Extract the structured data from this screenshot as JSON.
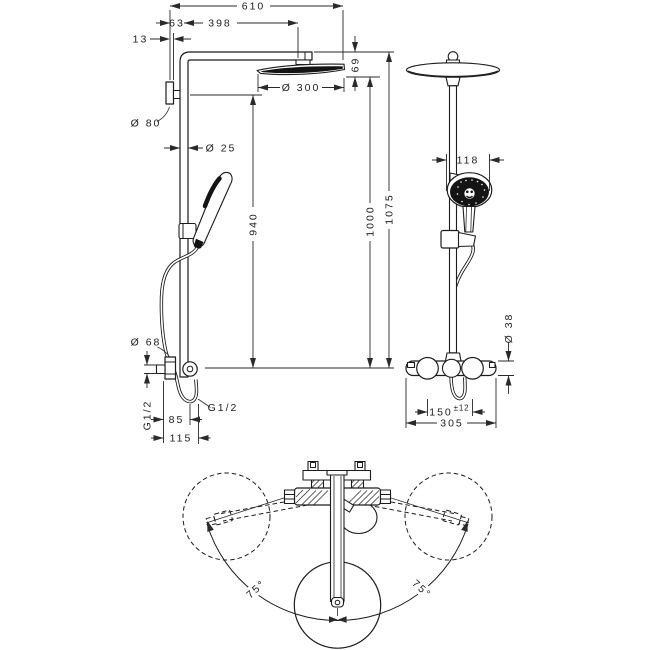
{
  "drawing": {
    "side_view": {
      "d610": "610",
      "d63": "63",
      "d13": "13",
      "d398": "398",
      "d69": "69",
      "d300": "Ø 300",
      "d80": "Ø 80",
      "d25": "Ø 25",
      "d940": "940",
      "d1000": "1000",
      "d1075": "1075",
      "d68": "Ø 68",
      "g12_inlet": "G1/2",
      "g12_outlet": "G1/2",
      "d85": "85",
      "d115": "115"
    },
    "front_view": {
      "d118": "118",
      "d38": "Ø 38",
      "d150": "150",
      "d150_tol": "±12",
      "d305": "305"
    },
    "top_view": {
      "angle_left": "75°",
      "angle_right": "75°"
    }
  }
}
